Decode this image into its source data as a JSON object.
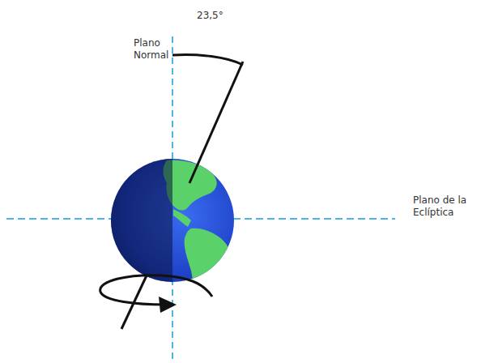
{
  "diagram": {
    "labels": [
      "23,5°",
      "Plano Normal",
      "Plano de la Eclíptica"
    ]
  }
}
